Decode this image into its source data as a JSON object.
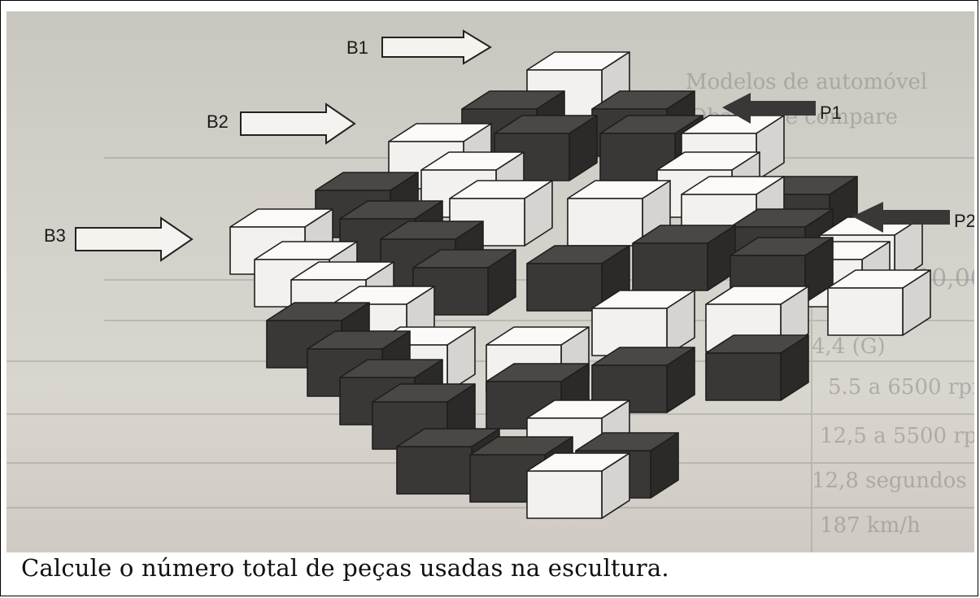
{
  "figure": {
    "labels": {
      "b1": "B1",
      "b2": "B2",
      "b3": "B3",
      "p1": "P1",
      "p2": "P2"
    }
  },
  "question": "Calcule o número total de peças usadas na escultura.",
  "colors": {
    "dark_cube": "#3a3836",
    "light_cube": "#f2f1ee",
    "page": "#ffffff"
  }
}
